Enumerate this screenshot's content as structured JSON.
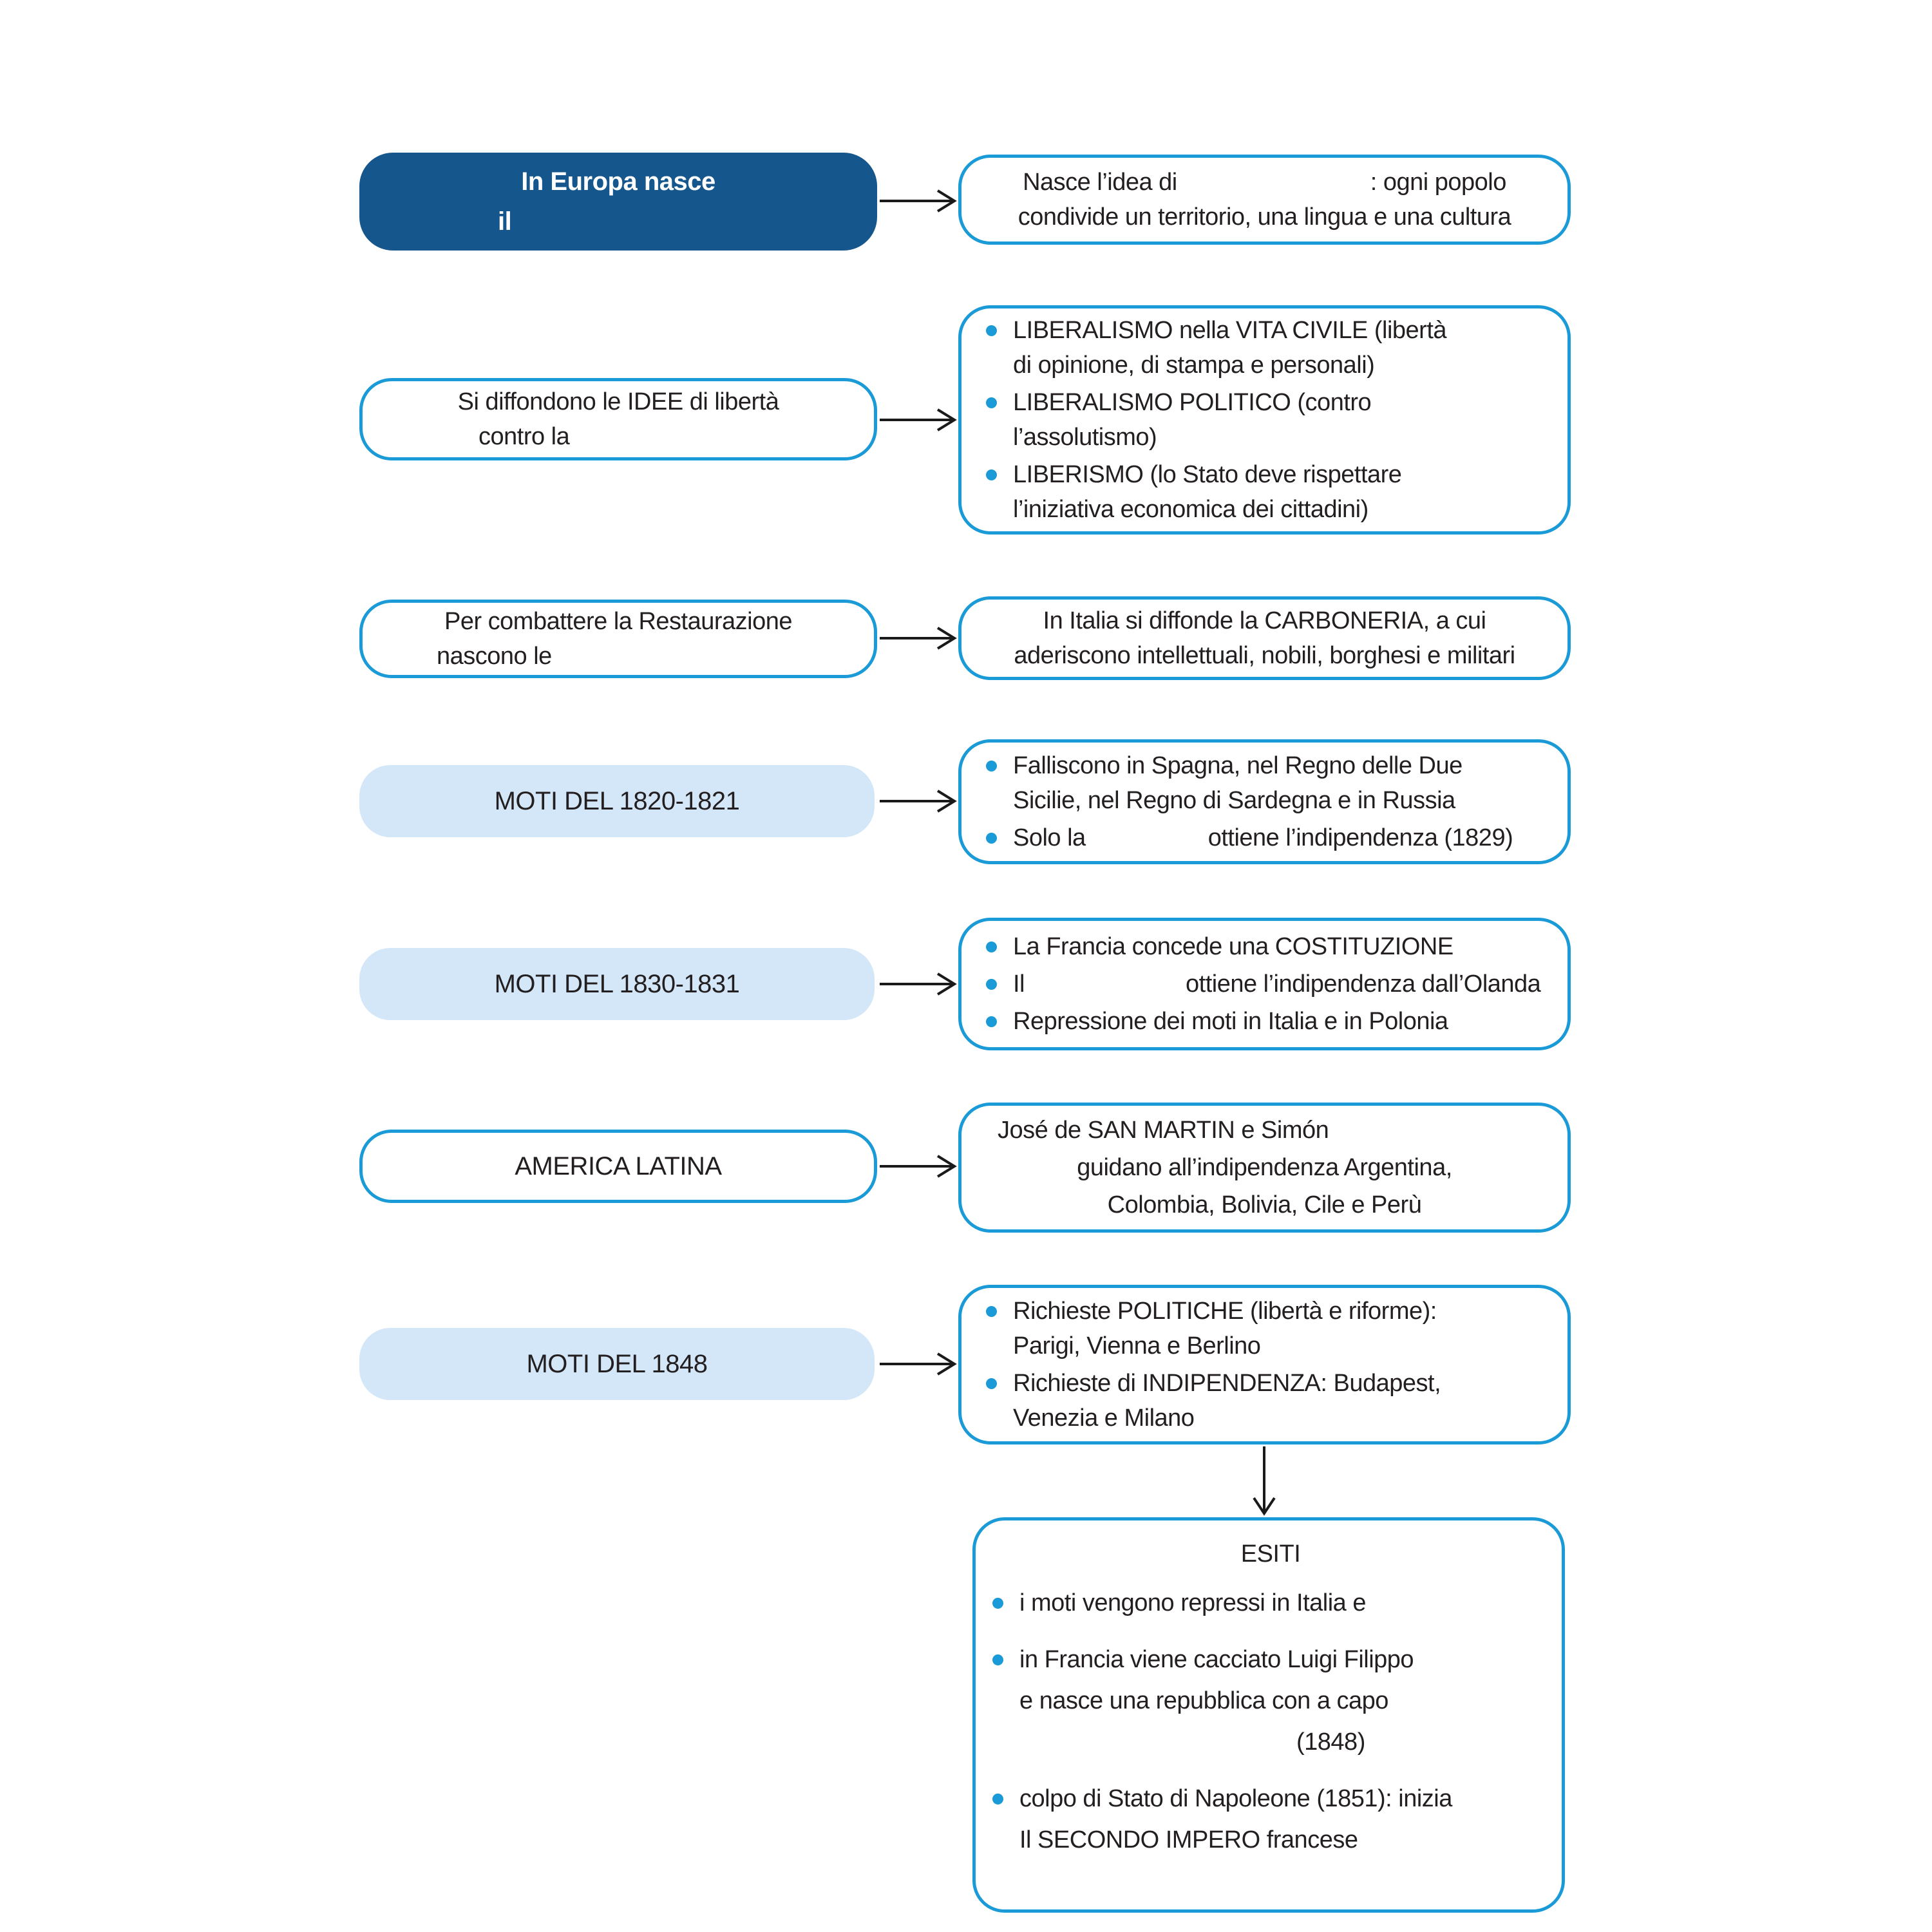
{
  "colors": {
    "accent_blue_border": "#1a9ad6",
    "dark_blue_fill": "#15568c",
    "light_blue_fill": "#d4e7f8",
    "text": "#231f20",
    "arrow": "#1a1a1a",
    "background": "#ffffff"
  },
  "flow": {
    "row1": {
      "left": {
        "l1": "In Europa nasce",
        "l2": "il"
      },
      "right": {
        "l1_pre": "Nasce l’idea di",
        "l1_post": ": ogni popolo",
        "l2": "condivide un territorio, una lingua e una cultura"
      }
    },
    "row2": {
      "left": {
        "l1": "Si diffondono le IDEE di libertà",
        "l2": "contro la"
      },
      "right": {
        "bullets": [
          {
            "l1": "LIBERALISMO nella VITA CIVILE (libertà",
            "l2": "di opinione, di stampa e personali)"
          },
          {
            "l1": "LIBERALISMO POLITICO (contro",
            "l2": "l’assolutismo)"
          },
          {
            "l1": "LIBERISMO (lo Stato deve rispettare",
            "l2": "l’iniziativa economica dei cittadini)"
          }
        ]
      }
    },
    "row3": {
      "left": {
        "l1": "Per combattere la Restaurazione",
        "l2": "nascono le"
      },
      "right": {
        "l1": "In Italia si diffonde la CARBONERIA, a cui",
        "l2": "aderiscono intellettuali, nobili, borghesi e militari"
      }
    },
    "row4": {
      "left": {
        "label": "MOTI DEL 1820-1821"
      },
      "right": {
        "b1_l1": "Falliscono in Spagna, nel Regno delle Due",
        "b1_l2": "Sicilie, nel Regno di Sardegna e in Russia",
        "b2_pre": "Solo la",
        "b2_post": "ottiene l’indipendenza (1829)"
      }
    },
    "row5": {
      "left": {
        "label": "MOTI DEL 1830-1831"
      },
      "right": {
        "b1": "La Francia concede una COSTITUZIONE",
        "b2_pre": "Il",
        "b2_post": "ottiene l’indipendenza dall’Olanda",
        "b3": "Repressione dei moti in Italia e in Polonia"
      }
    },
    "row6": {
      "left": {
        "label": "AMERICA LATINA"
      },
      "right": {
        "l1": "José de SAN MARTIN e Simón",
        "l2": "guidano all’indipendenza Argentina,",
        "l3": "Colombia, Bolivia, Cile e Perù"
      }
    },
    "row7": {
      "left": {
        "label": "MOTI DEL 1848"
      },
      "right": {
        "b1_l1": "Richieste POLITICHE (libertà e riforme):",
        "b1_l2": "Parigi, Vienna e Berlino",
        "b2_l1": "Richieste di INDIPENDENZA: Budapest,",
        "b2_l2": "Venezia e Milano"
      }
    },
    "esiti": {
      "title": "ESITI",
      "b1_l1": "i moti vengono repressi in Italia e",
      "b2_l1": "in Francia viene cacciato Luigi Filippo",
      "b2_l2": "e nasce una repubblica con a capo",
      "b2_l3_post": "(1848)",
      "b3_l1": "colpo di Stato di Napoleone (1851): inizia",
      "b3_l2": "Il SECONDO IMPERO francese"
    }
  }
}
